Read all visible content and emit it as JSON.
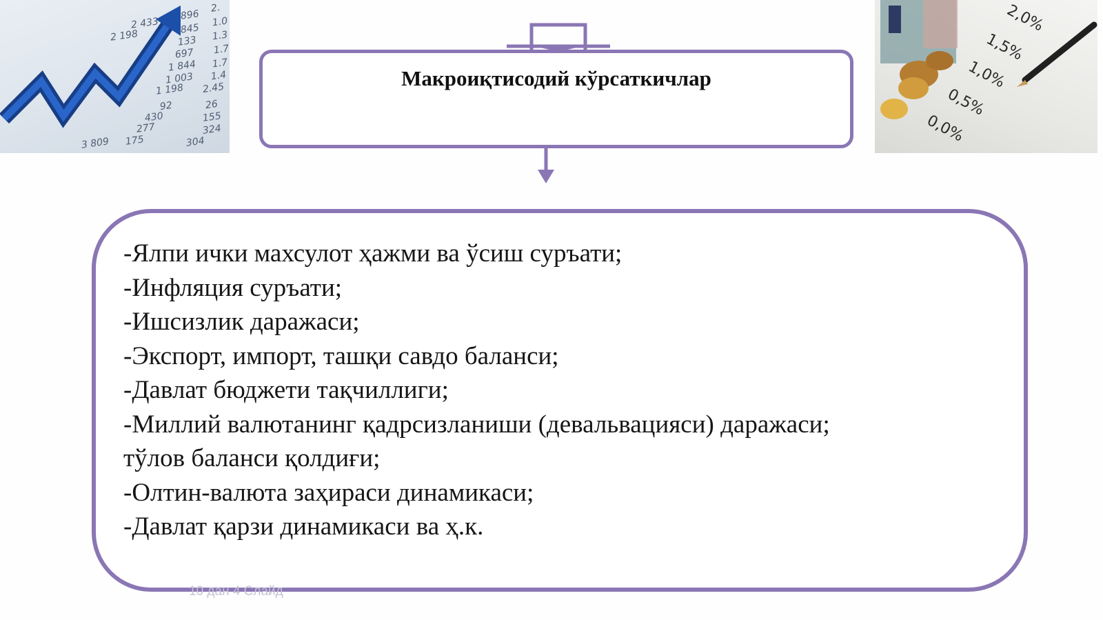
{
  "slide": {
    "title": "Макроиқтисодий кўрсаткичлар",
    "items": [
      "-Ялпи ички махсулот ҳажми ва ўсиш суръати;",
      "-Инфляция суръати;",
      "-Ишсизлик даражаси;",
      "-Экспорт, импорт, ташқи савдо баланси;",
      "-Давлат бюджети тақчиллиги;",
      "-Миллий валютанинг қадрсизланиши (девальвацияси) даражаси;",
      "тўлов баланси қолдиғи;",
      "-Олтин-валюта заҳираси динамикаси;",
      "-Давлат қарзи динамикаси ва ҳ.к."
    ],
    "footer": "10 дан 4 Слайд"
  },
  "images": {
    "left_numbers": [
      "2 433",
      "896",
      "2.",
      "845",
      "1.0",
      "2 198",
      "133",
      "1.3",
      "697",
      "1.7",
      "1 844",
      "1.7",
      "1 003",
      "1.4",
      "1 198",
      "2.45",
      "92",
      "26",
      "430",
      "155",
      "277",
      "324",
      "175",
      "304",
      "3 809"
    ],
    "right_percents": [
      "2,0%",
      "1,5%",
      "1,0%",
      "0,5%",
      "0,0%"
    ]
  },
  "colors": {
    "frame": "#8a76b4",
    "arrow_blue": "#1c4fa8",
    "text": "#161616"
  }
}
